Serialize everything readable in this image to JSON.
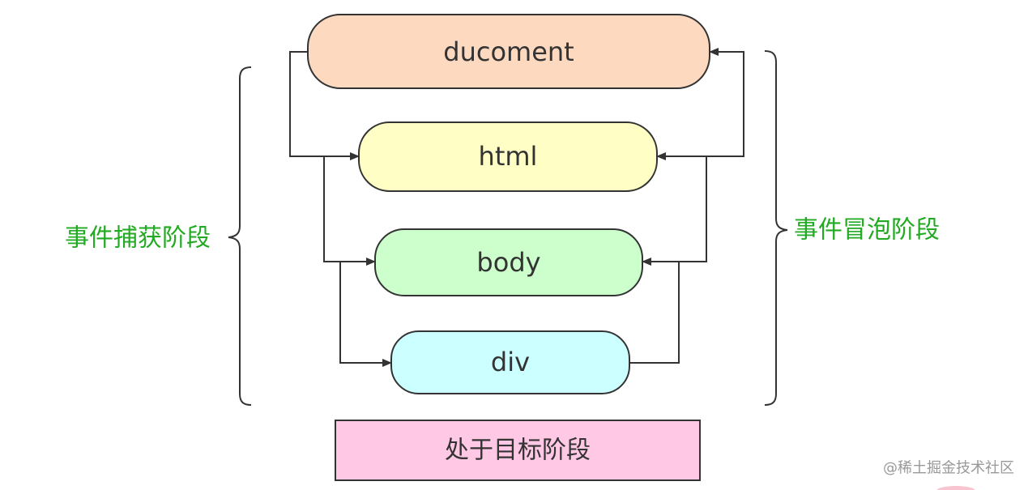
{
  "nodes": {
    "document": {
      "label": "ducoment",
      "fill": "#fcd9bf"
    },
    "html": {
      "label": "html",
      "fill": "#ffffc5"
    },
    "body": {
      "label": "body",
      "fill": "#ccffcc"
    },
    "div": {
      "label": "div",
      "fill": "#ccffff"
    }
  },
  "phases": {
    "capture": {
      "label": "事件捕获阶段"
    },
    "bubble": {
      "label": "事件冒泡阶段"
    },
    "target": {
      "label": "处于目标阶段",
      "fill": "#ffc9e6"
    }
  },
  "watermark": "@稀土掘金技术社区",
  "colors": {
    "phase_text": "#22aa22",
    "stroke": "#333333",
    "watermark_text": "#999999"
  }
}
